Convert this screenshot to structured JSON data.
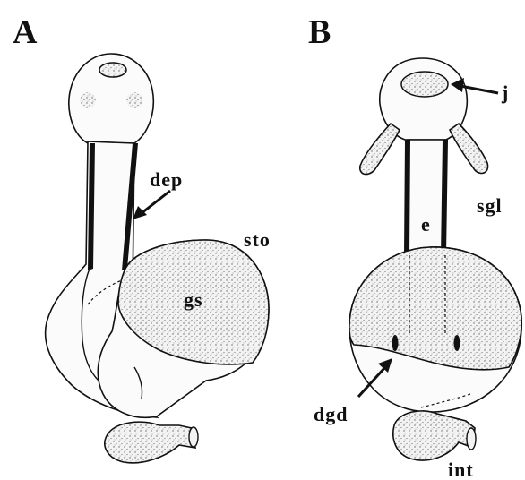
{
  "panels": {
    "a": {
      "letter": "A"
    },
    "b": {
      "letter": "B"
    }
  },
  "labels": {
    "dep": "dep",
    "sto": "sto",
    "gs": "gs",
    "j": "j",
    "sgl": "sgl",
    "e": "e",
    "dgd": "dgd",
    "int": "int"
  }
}
